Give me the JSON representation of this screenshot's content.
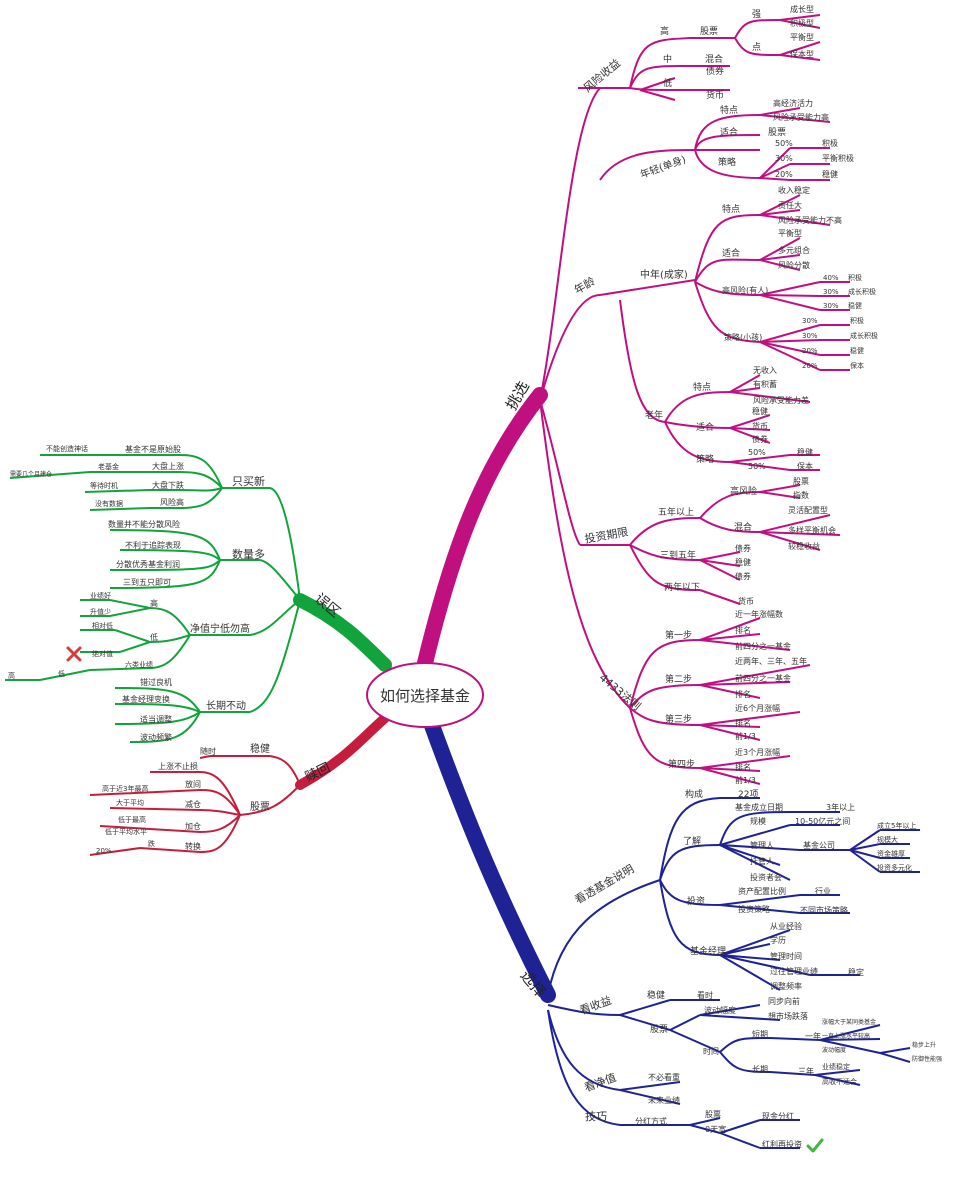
{
  "center": {
    "title": "如何选择基金"
  },
  "colors": {
    "pink": "#c0107f",
    "blue": "#1f2295",
    "green": "#12a43c",
    "red": "#c51e3c",
    "check": "#3db83d",
    "cross": "#d93a3a"
  },
  "icons": {
    "cross": "cross-icon",
    "check": "check-icon"
  },
  "branches": {
    "tiaoxuan": {
      "label": "挑选",
      "risk": {
        "label": "风险收益",
        "high": "高",
        "high_a": "股票",
        "strong": "强",
        "strong_items": [
          "成长型",
          "积极型"
        ],
        "point": "点",
        "point_items": [
          "平衡型",
          "保本型"
        ],
        "mid": "中",
        "mid_a": "混合",
        "low": "低",
        "low_items": [
          "债券",
          "货币"
        ]
      },
      "age": {
        "label": "年龄",
        "young": {
          "label": "年轻(单身)",
          "feature": "特点",
          "feature_items": [
            "高经济活力",
            "风险承受能力高"
          ],
          "fit": "适合",
          "fit_a": "股票",
          "strategy": "策略",
          "pcts": [
            "50%",
            "30%",
            "20%"
          ],
          "types": [
            "积极",
            "平衡积极",
            "稳健"
          ]
        },
        "middle": {
          "label": "中年(成家)",
          "feature": "特点",
          "feature_items": [
            "收入稳定",
            "责任大",
            "风险承受能力不高"
          ],
          "fit": "适合",
          "fit_items": [
            "平衡型",
            "多元组合",
            "风险分散"
          ],
          "high": "高风险(有人)",
          "high_pcts": [
            "40%",
            "30%",
            "30%"
          ],
          "high_types": [
            "积极",
            "成长积极",
            "稳健"
          ],
          "low": "策略(小孩)",
          "low_pcts": [
            "30%",
            "30%",
            "20%",
            "20%"
          ],
          "low_types": [
            "积极",
            "成长积极",
            "稳健",
            "保本"
          ]
        },
        "old": {
          "label": "老年",
          "feature": "特点",
          "feature_items": [
            "无收入",
            "有积蓄",
            "风险承受能力差"
          ],
          "fit": "适合",
          "fit_items": [
            "稳健",
            "货币",
            "债券"
          ],
          "strategy": "策略",
          "pcts": [
            "50%",
            "50%"
          ],
          "types": [
            "稳健",
            "保本"
          ]
        }
      },
      "period": {
        "label": "投资期限",
        "long": "五年以上",
        "risky": "高风险",
        "risky_items": [
          "股票",
          "指数"
        ],
        "mix": "混合",
        "mix_items": [
          "灵活配置型",
          "多样平衡机会",
          "较稳收益"
        ],
        "mid": "三到五年",
        "mid_items": [
          "债券",
          "稳健",
          "债券"
        ],
        "short": "两年以下",
        "short_a": "货币"
      },
      "rule": {
        "label": "4433法则",
        "s1": "第一步",
        "s1_items": [
          "近一年涨幅数",
          "排名",
          "前四分之一基金"
        ],
        "s2": "第二步",
        "s2_items": [
          "近两年、三年、五年",
          "前四分之一基金",
          "排名"
        ],
        "s3": "第三步",
        "s3_items": [
          "近6个月涨幅",
          "排名",
          "前1/3"
        ],
        "s4": "第四步",
        "s4_items": [
          "近3个月涨幅",
          "排名",
          "前1/3"
        ]
      }
    },
    "xuanze": {
      "label": "选择",
      "company": {
        "label": "看透基金说明",
        "comp": "构成",
        "comp_a": "22项",
        "know": "了解",
        "est": "基金成立日期",
        "est_a": "3年以上",
        "scale": "规模",
        "scale_a": "10-50亿元之间",
        "manager": "管理人",
        "manager_a": "基金公司",
        "manager_items": [
          "成立5年以上",
          "规模大",
          "资金雄厚",
          "投资多元化"
        ],
        "custodian": "托管人",
        "meeting": "投资者会",
        "invest": "投资",
        "ratio": "资产配置比例",
        "ratio_a": "行业",
        "policy": "投资策略",
        "policy_a": "不同市场策略",
        "mgr": "基金经理",
        "mgr_items": [
          "从业经验",
          "学历",
          "管理时间",
          "过往管理业绩",
          "调整频率"
        ],
        "mgr_a": "稳定"
      },
      "returns": {
        "label": "看收益",
        "stable": "稳健",
        "stable_a": "看时",
        "stock": "股票",
        "wave": "波动幅度",
        "wave_items": [
          "同步向前",
          "想市场跌落"
        ],
        "time": "时间",
        "short": "短期",
        "short_a": "一年",
        "short_items": [
          "涨幅大于某同类基金",
          "一直上涨水平较高",
          "波动幅度"
        ],
        "short_sub": [
          "稳步上升",
          "防御性能强"
        ],
        "long": "长期",
        "long_a": "三年",
        "long_items": [
          "业绩稳定",
          "高收不适合"
        ]
      },
      "nav": {
        "label": "看净值",
        "items": [
          "不必看重",
          "未来业绩"
        ]
      },
      "tips": {
        "label": "技巧",
        "div": "分红方式",
        "div_items": [
          "股票",
          "0天宽"
        ],
        "div_sub": [
          "现金分红",
          "红利再投资"
        ]
      }
    },
    "wuqu": {
      "label": "误区",
      "only_new": {
        "label": "只买新",
        "items": [
          "基金不是原始股",
          "大盘上涨",
          "大盘下跌",
          "风险高"
        ],
        "sub1": "不能创造神话",
        "sub2": "老基金",
        "sub2b": "需要几个月建仓",
        "sub3": "等待时机",
        "sub4": "没有数据"
      },
      "more": {
        "label": "数量多",
        "items": [
          "数量并不能分散风险",
          "不利于追踪表现",
          "分散优秀基金利润",
          "三到五只即可"
        ]
      },
      "nav": {
        "label": "净值宁低勿高",
        "high": "高",
        "high_items": [
          "业绩好",
          "升值少"
        ],
        "low": "低",
        "low_items": [
          "相对低",
          "绝对值",
          "六类业绩"
        ],
        "low_a": "高",
        "low_b": "低"
      },
      "hold": {
        "label": "长期不动",
        "items": [
          "错过良机",
          "基金经理变换",
          "适当调整",
          "波动频繁"
        ]
      }
    },
    "shuhui": {
      "label": "赎回",
      "stable": {
        "label": "稳健",
        "a": "随时"
      },
      "stock": {
        "label": "股票",
        "items": [
          "上涨不止损",
          "放间",
          "减仓",
          "加仓",
          "转换"
        ],
        "subs": [
          "高于近3年最高",
          "大于平均",
          "低于最高",
          "低于平均水平",
          "跌"
        ],
        "pct": "20%"
      }
    }
  }
}
